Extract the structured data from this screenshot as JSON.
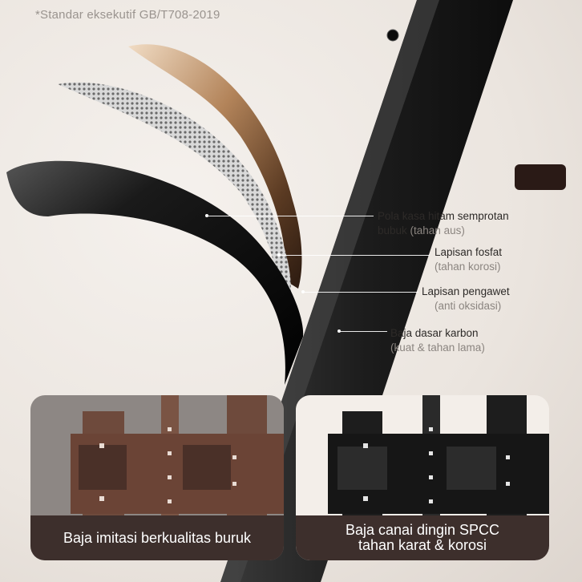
{
  "standard_note": "*Standar eksekutif GB/T708-2019",
  "layers": [
    {
      "title_a": "Pola kasa hitam semprotan",
      "title_b": "bubuk ",
      "sub": "(tahan aus)"
    },
    {
      "title": "Lapisan fosfat",
      "sub": "(tahan korosi)"
    },
    {
      "title": "Lapisan pengawet",
      "sub": "(anti oksidasi)"
    },
    {
      "title": "Baja dasar karbon",
      "sub": "(kuat & tahan lama)"
    }
  ],
  "comparison": {
    "left_caption": "Baja imitasi berkualitas buruk",
    "right_caption_line1": "Baja canai dingin SPCC",
    "right_caption_line2": "tahan karat & korosi"
  },
  "colors": {
    "background": "#efeae5",
    "caption_bar": "#3d2f2c",
    "rust": "#6e4a3c",
    "steel": "#1d1d1d",
    "swatch": "#2a1a16"
  }
}
